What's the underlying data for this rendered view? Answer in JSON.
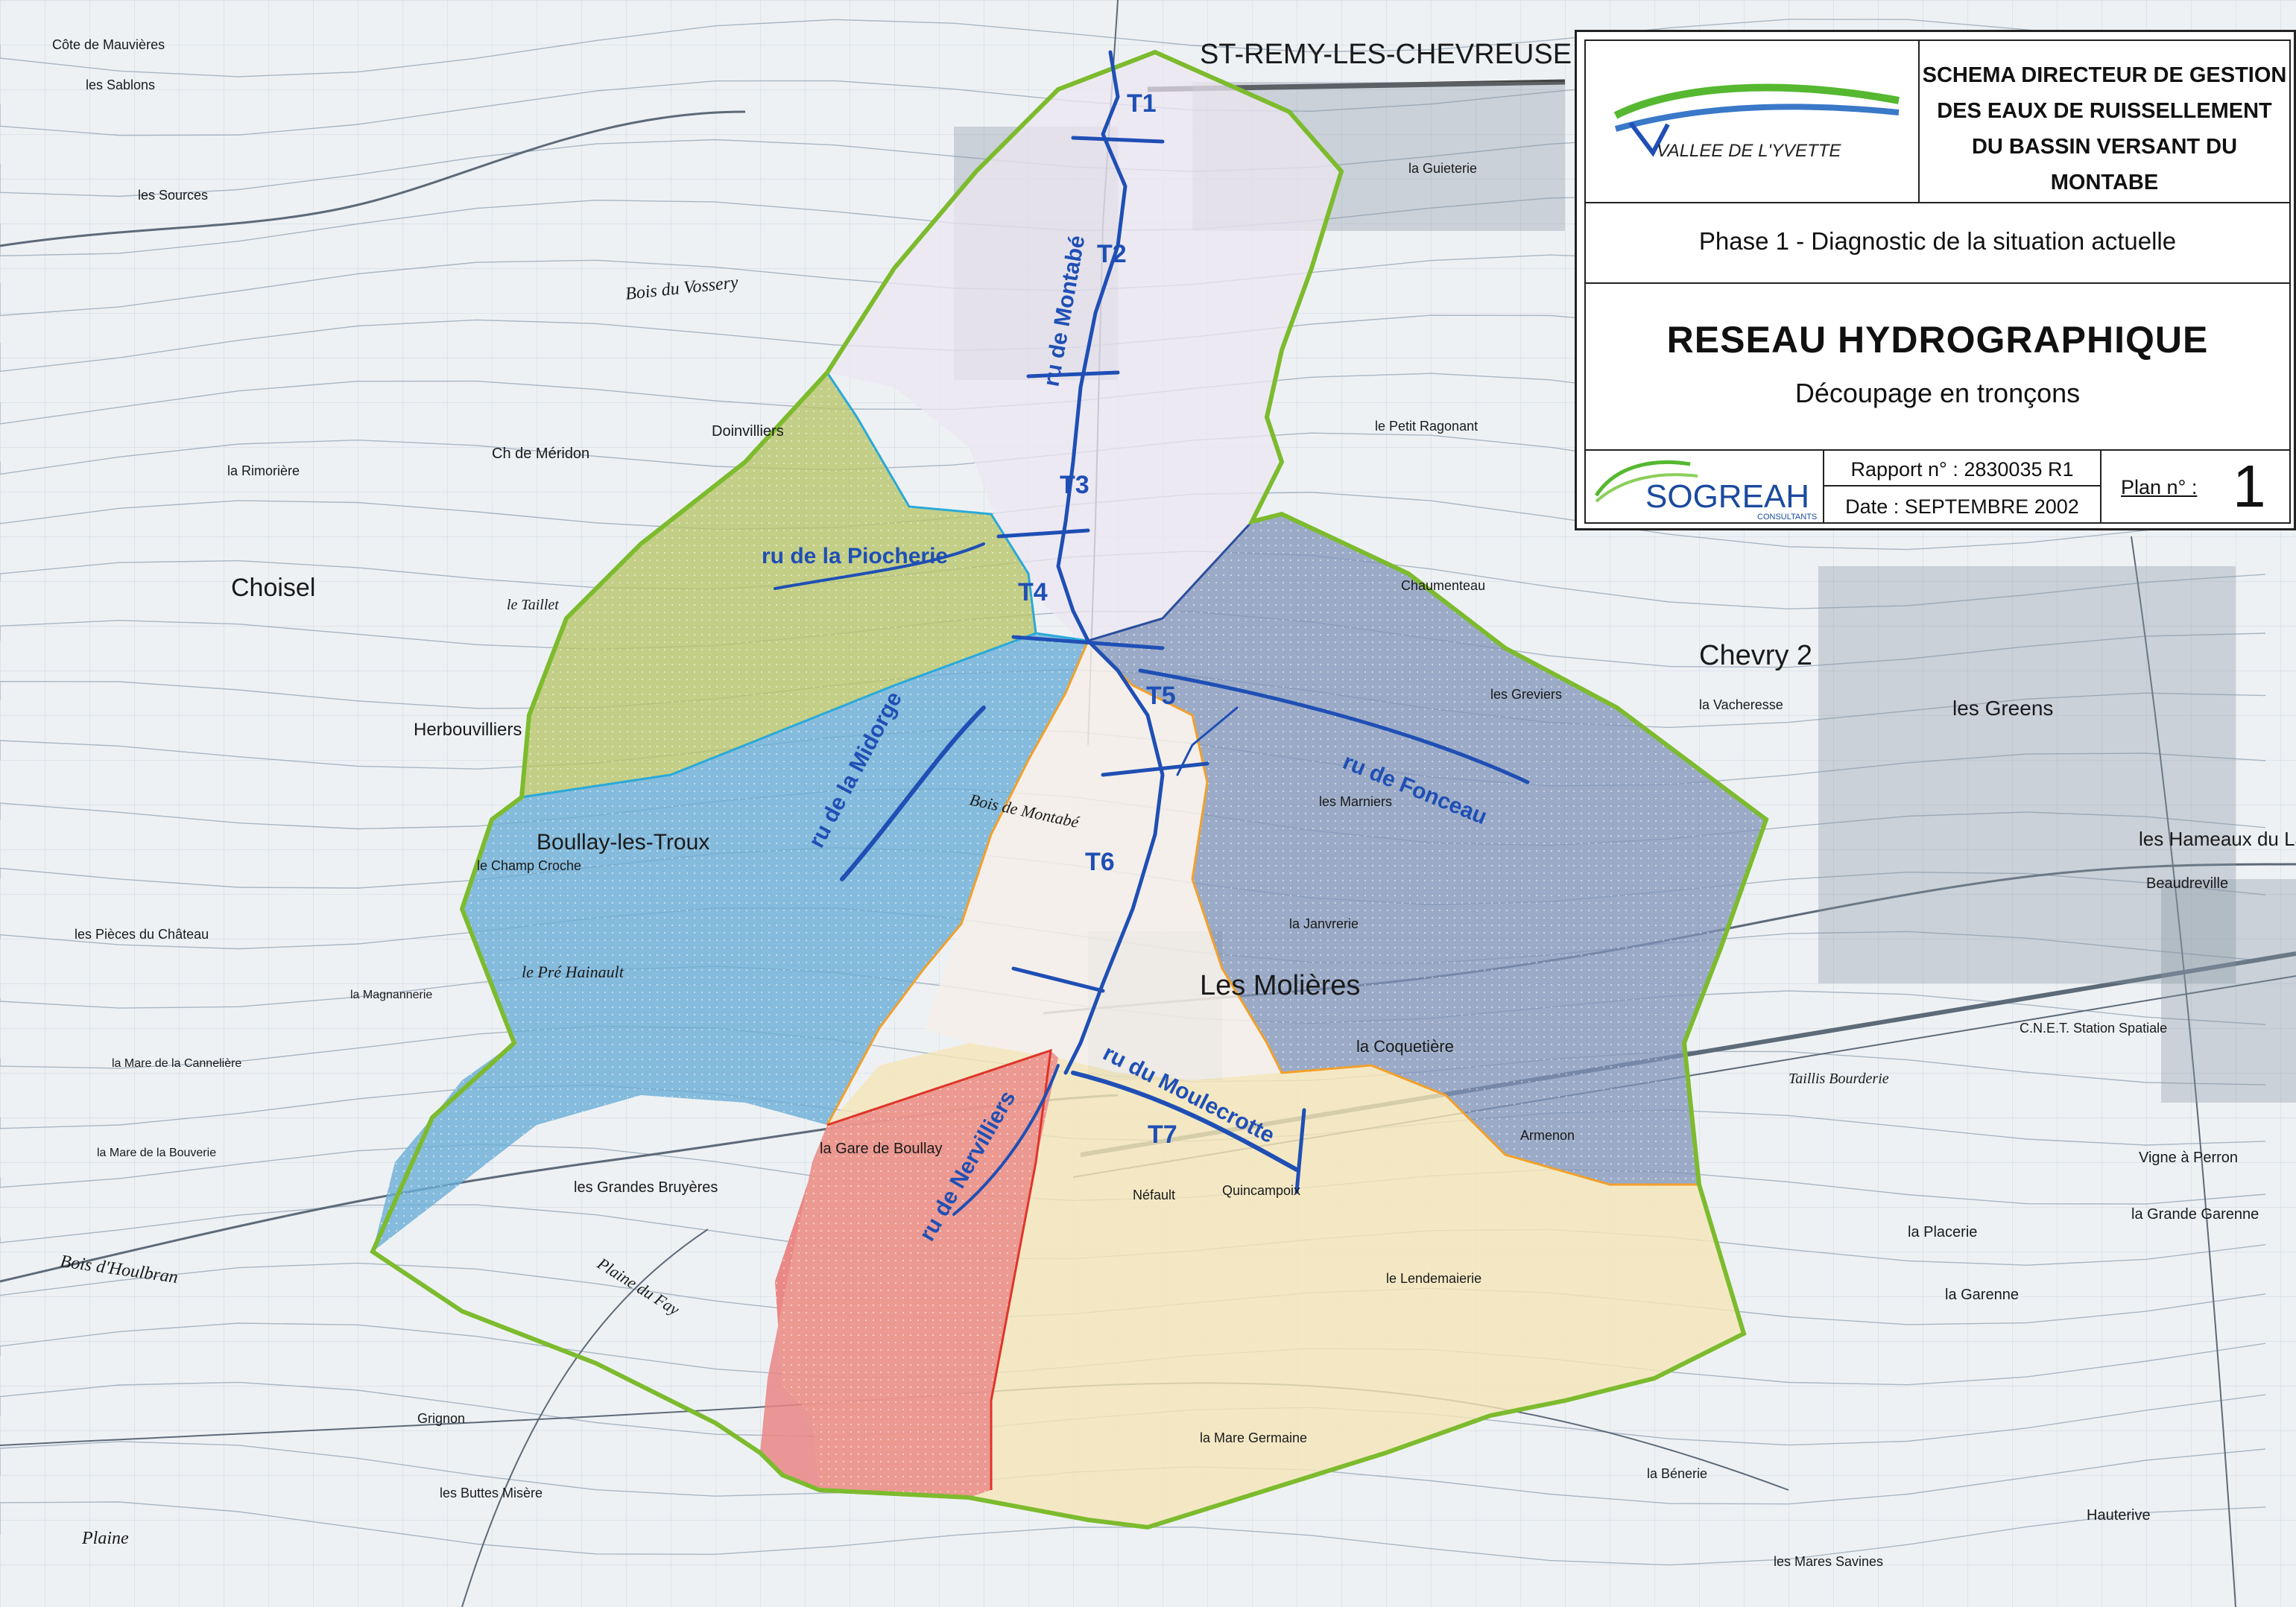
{
  "cartouche": {
    "title_lines": [
      "SCHEMA DIRECTEUR DE GESTION",
      "DES EAUX DE RUISSELLEMENT",
      "DU BASSIN VERSANT DU MONTABE"
    ],
    "client_logo_text": "VALLEE DE L'YVETTE",
    "phase": "Phase 1 - Diagnostic de la situation actuelle",
    "main_title": "RESEAU HYDROGRAPHIQUE",
    "subtitle": "Découpage en tronçons",
    "consultant_logo_text": "SOGREAH",
    "consultant_logo_sub": "CONSULTANTS",
    "rapport": "Rapport n° : 2830035 R1",
    "date": "Date : SEPTEMBRE 2002",
    "plan_label": "Plan n° :",
    "plan_number": "1"
  },
  "colors": {
    "basin_outline": "#7dbb2e",
    "stream": "#1f4fb5",
    "piocherie_zone": "#b8c56a",
    "midorge_zone": "#6aaed6",
    "nervilliers_zone": "#e98585",
    "moulecrotte_zone": "#f5e6b8",
    "fonceau_zone": "#7f93b8",
    "montabe_zone": "#ece6f2"
  },
  "sections": [
    "T1",
    "T2",
    "T3",
    "T4",
    "T5",
    "T6",
    "T7"
  ],
  "streams": {
    "montabe": "ru de Montabé",
    "piocherie": "ru de la Piocherie",
    "midorge": "ru de la Midorge",
    "fonceau": "ru de Fonceau",
    "moulecrotte": "ru du Moulecrotte",
    "nervilliers": "ru de Nervilliers"
  },
  "places": {
    "st_remy": "ST-REMY-LES-CHEVREUSE",
    "choisel": "Choisel",
    "chevry": "Chevry 2",
    "molieres": "Les Molières",
    "bouillay": "Boullay-les-Troux",
    "herbouvilliers": "Herbouvilliers",
    "greens": "les Greens",
    "hameaux": "les Hameaux du Lavoir",
    "coquetiere": "la Coquetière",
    "gare_boullay": "la Gare de Boullay",
    "grandes_bruyeres": "les Grandes Bruyères",
    "grande_garenne": "la Grande Garenne",
    "placerie": "la Placerie",
    "garenne": "la Garenne",
    "hauterive": "Hauterive",
    "vacheresse": "la Vacheresse",
    "beaudreville": "Beaudreville",
    "marniers": "les Marniers",
    "janvrerie": "la Janvrerie",
    "chaumenteau": "Chaumenteau",
    "doinvilliers": "Doinvilliers",
    "meridon": "Ch de Méridon",
    "rimoriere": "la Rimorière",
    "cote_mauvieres": "Côte de Mauvières",
    "les_sablons": "les Sablons",
    "les_sources": "les Sources",
    "bois_vossery": "Bois du Vossery",
    "petit_ragonant": "le Petit Ragonant",
    "guieterie": "la Guieterie",
    "tailles": "le Taillet",
    "pre_hainault": "le Pré Hainault",
    "cannelieres": "la Mare de la Cannelière",
    "bouverie": "la Mare de la Bouverie",
    "houlbran": "Bois d'Houlbran",
    "grignon": "Grignon",
    "buttes_misere": "les Buttes Misère",
    "plaine": "Plaine",
    "fay": "Plaine du Fay",
    "mare_germaine": "la Mare Germaine",
    "lendemaierie": "le Lendemaierie",
    "armenon": "Armenon",
    "benerie": "la Bénerie",
    "mares_savines": "les Mares Savines",
    "vigne_perron": "Vigne à Perron",
    "taillis_bourderie": "Taillis Bourderie",
    "grevier": "les Greviers",
    "cnet": "C.N.E.T. Station Spatiale",
    "pieces_chateau": "les Pièces du Château",
    "magnannerie": "la Magnannerie",
    "champ_croche": "le Champ Croche",
    "quincampoix": "Quincampoix",
    "mouilleboeufs": "Néfault",
    "bois_montabe": "Bois de Montabé"
  }
}
